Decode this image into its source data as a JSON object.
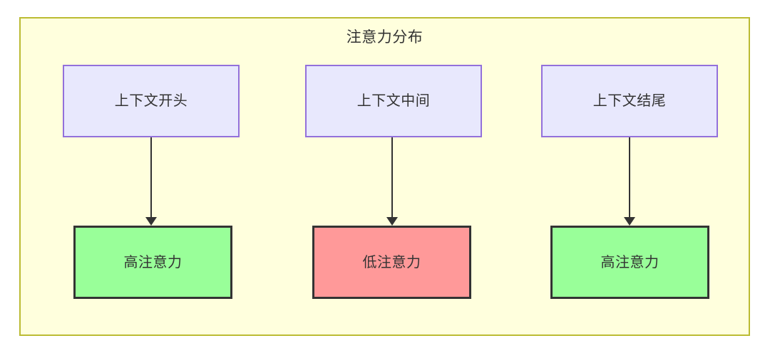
{
  "diagram": {
    "title": "注意力分布",
    "container": {
      "fill": "#ffffdd",
      "stroke": "#bbbb33"
    },
    "context_nodes": [
      {
        "label": "上下文开头",
        "fill": "#e8e8fd",
        "stroke": "#9370db"
      },
      {
        "label": "上下文中间",
        "fill": "#e8e8fd",
        "stroke": "#9370db"
      },
      {
        "label": "上下文结尾",
        "fill": "#e8e8fd",
        "stroke": "#9370db"
      }
    ],
    "attention_nodes": [
      {
        "label": "高注意力",
        "fill": "#99ff99",
        "stroke": "#333333",
        "level": "high"
      },
      {
        "label": "低注意力",
        "fill": "#ff9999",
        "stroke": "#333333",
        "level": "low"
      },
      {
        "label": "高注意力",
        "fill": "#99ff99",
        "stroke": "#333333",
        "level": "high"
      }
    ],
    "edges": [
      {
        "from": "上下文开头",
        "to": "高注意力"
      },
      {
        "from": "上下文中间",
        "to": "低注意力"
      },
      {
        "from": "上下文结尾",
        "to": "高注意力"
      }
    ]
  }
}
